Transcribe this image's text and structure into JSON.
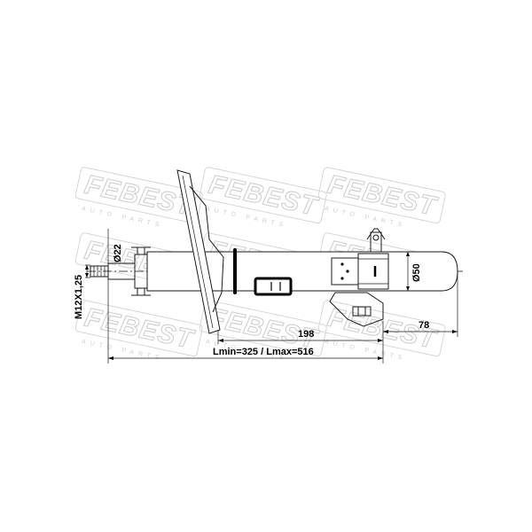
{
  "watermark": {
    "brand": "FEBEST",
    "tagline": "AUTO PARTS"
  },
  "dimensions": {
    "thread": "M12X1,25",
    "rod_diameter": "Ø22",
    "body_diameter": "Ø50",
    "distance_198": "198",
    "distance_78": "78",
    "length_range": "Lmin=325 / Lmax=516"
  },
  "colors": {
    "line": "#1a1a1a",
    "watermark": "#cfcfcf"
  }
}
